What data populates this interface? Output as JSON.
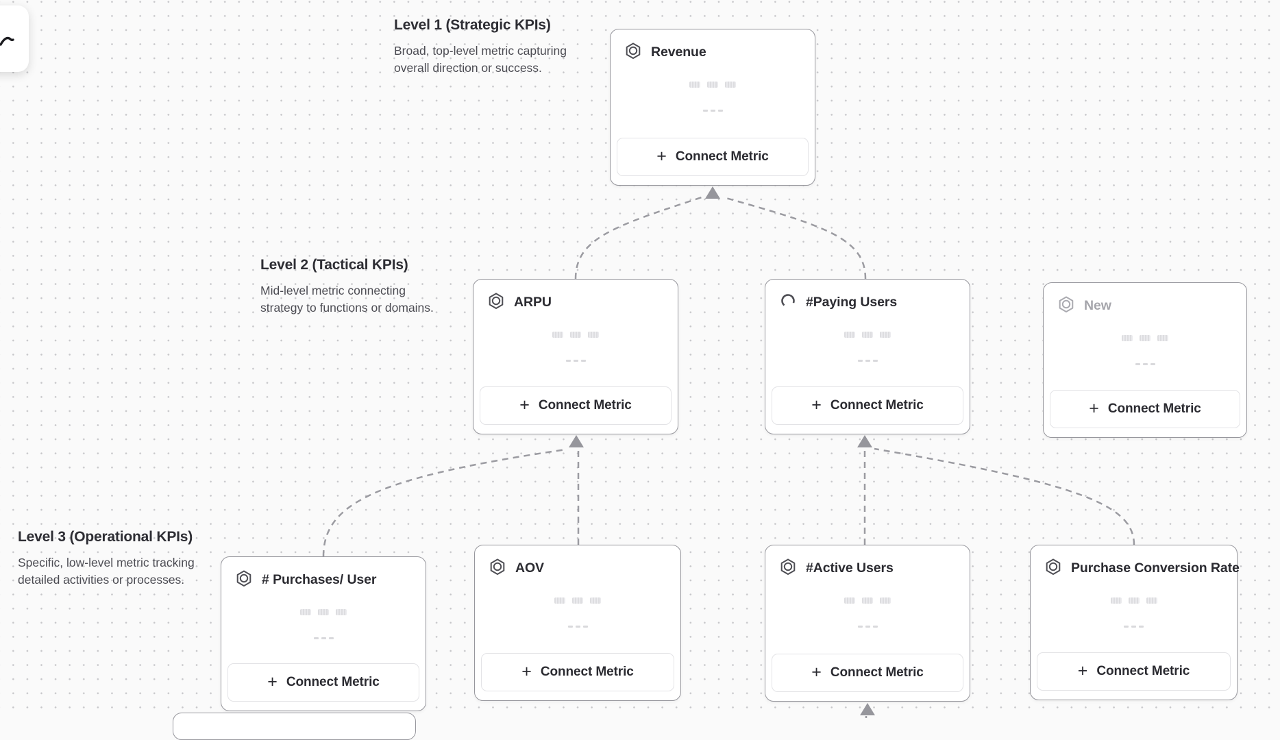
{
  "canvas": {
    "background": "#fafafa",
    "dot_color": "#c7c7ca"
  },
  "colors": {
    "card_border": "#97979d",
    "connector": "#9b9ba1",
    "title_text": "#2b2b31",
    "muted_text": "#a5a5ab",
    "button_border": "#e3e3e6"
  },
  "levels": [
    {
      "title": "Level 1 (Strategic KPIs)",
      "description": "Broad, top-level metric capturing\noverall direction or success."
    },
    {
      "title": "Level 2 (Tactical KPIs)",
      "description": "Mid-level metric connecting\nstrategy to functions or domains."
    },
    {
      "title": "Level 3 (Operational KPIs)",
      "description": "Specific, low-level metric tracking\ndetailed activities or processes."
    }
  ],
  "cards": [
    {
      "title": "Revenue",
      "icon": "hexagon-metric-icon",
      "level": 1,
      "state": "default"
    },
    {
      "title": "ARPU",
      "icon": "hexagon-metric-icon",
      "level": 2,
      "state": "default"
    },
    {
      "title": "#Paying Users",
      "icon": "spinner-icon",
      "level": 2,
      "state": "loading"
    },
    {
      "title": "New",
      "icon": "hexagon-metric-icon",
      "level": 2,
      "state": "placeholder"
    },
    {
      "title": "# Purchases/ User",
      "icon": "hexagon-metric-icon",
      "level": 3,
      "state": "default"
    },
    {
      "title": "AOV",
      "icon": "hexagon-metric-icon",
      "level": 3,
      "state": "default"
    },
    {
      "title": "#Active Users",
      "icon": "hexagon-metric-icon",
      "level": 3,
      "state": "default"
    },
    {
      "title": "Purchase Conversion Rate",
      "icon": "hexagon-metric-icon",
      "level": 3,
      "state": "default"
    }
  ],
  "connect_button": {
    "plus": "+",
    "label": "Connect Metric"
  }
}
